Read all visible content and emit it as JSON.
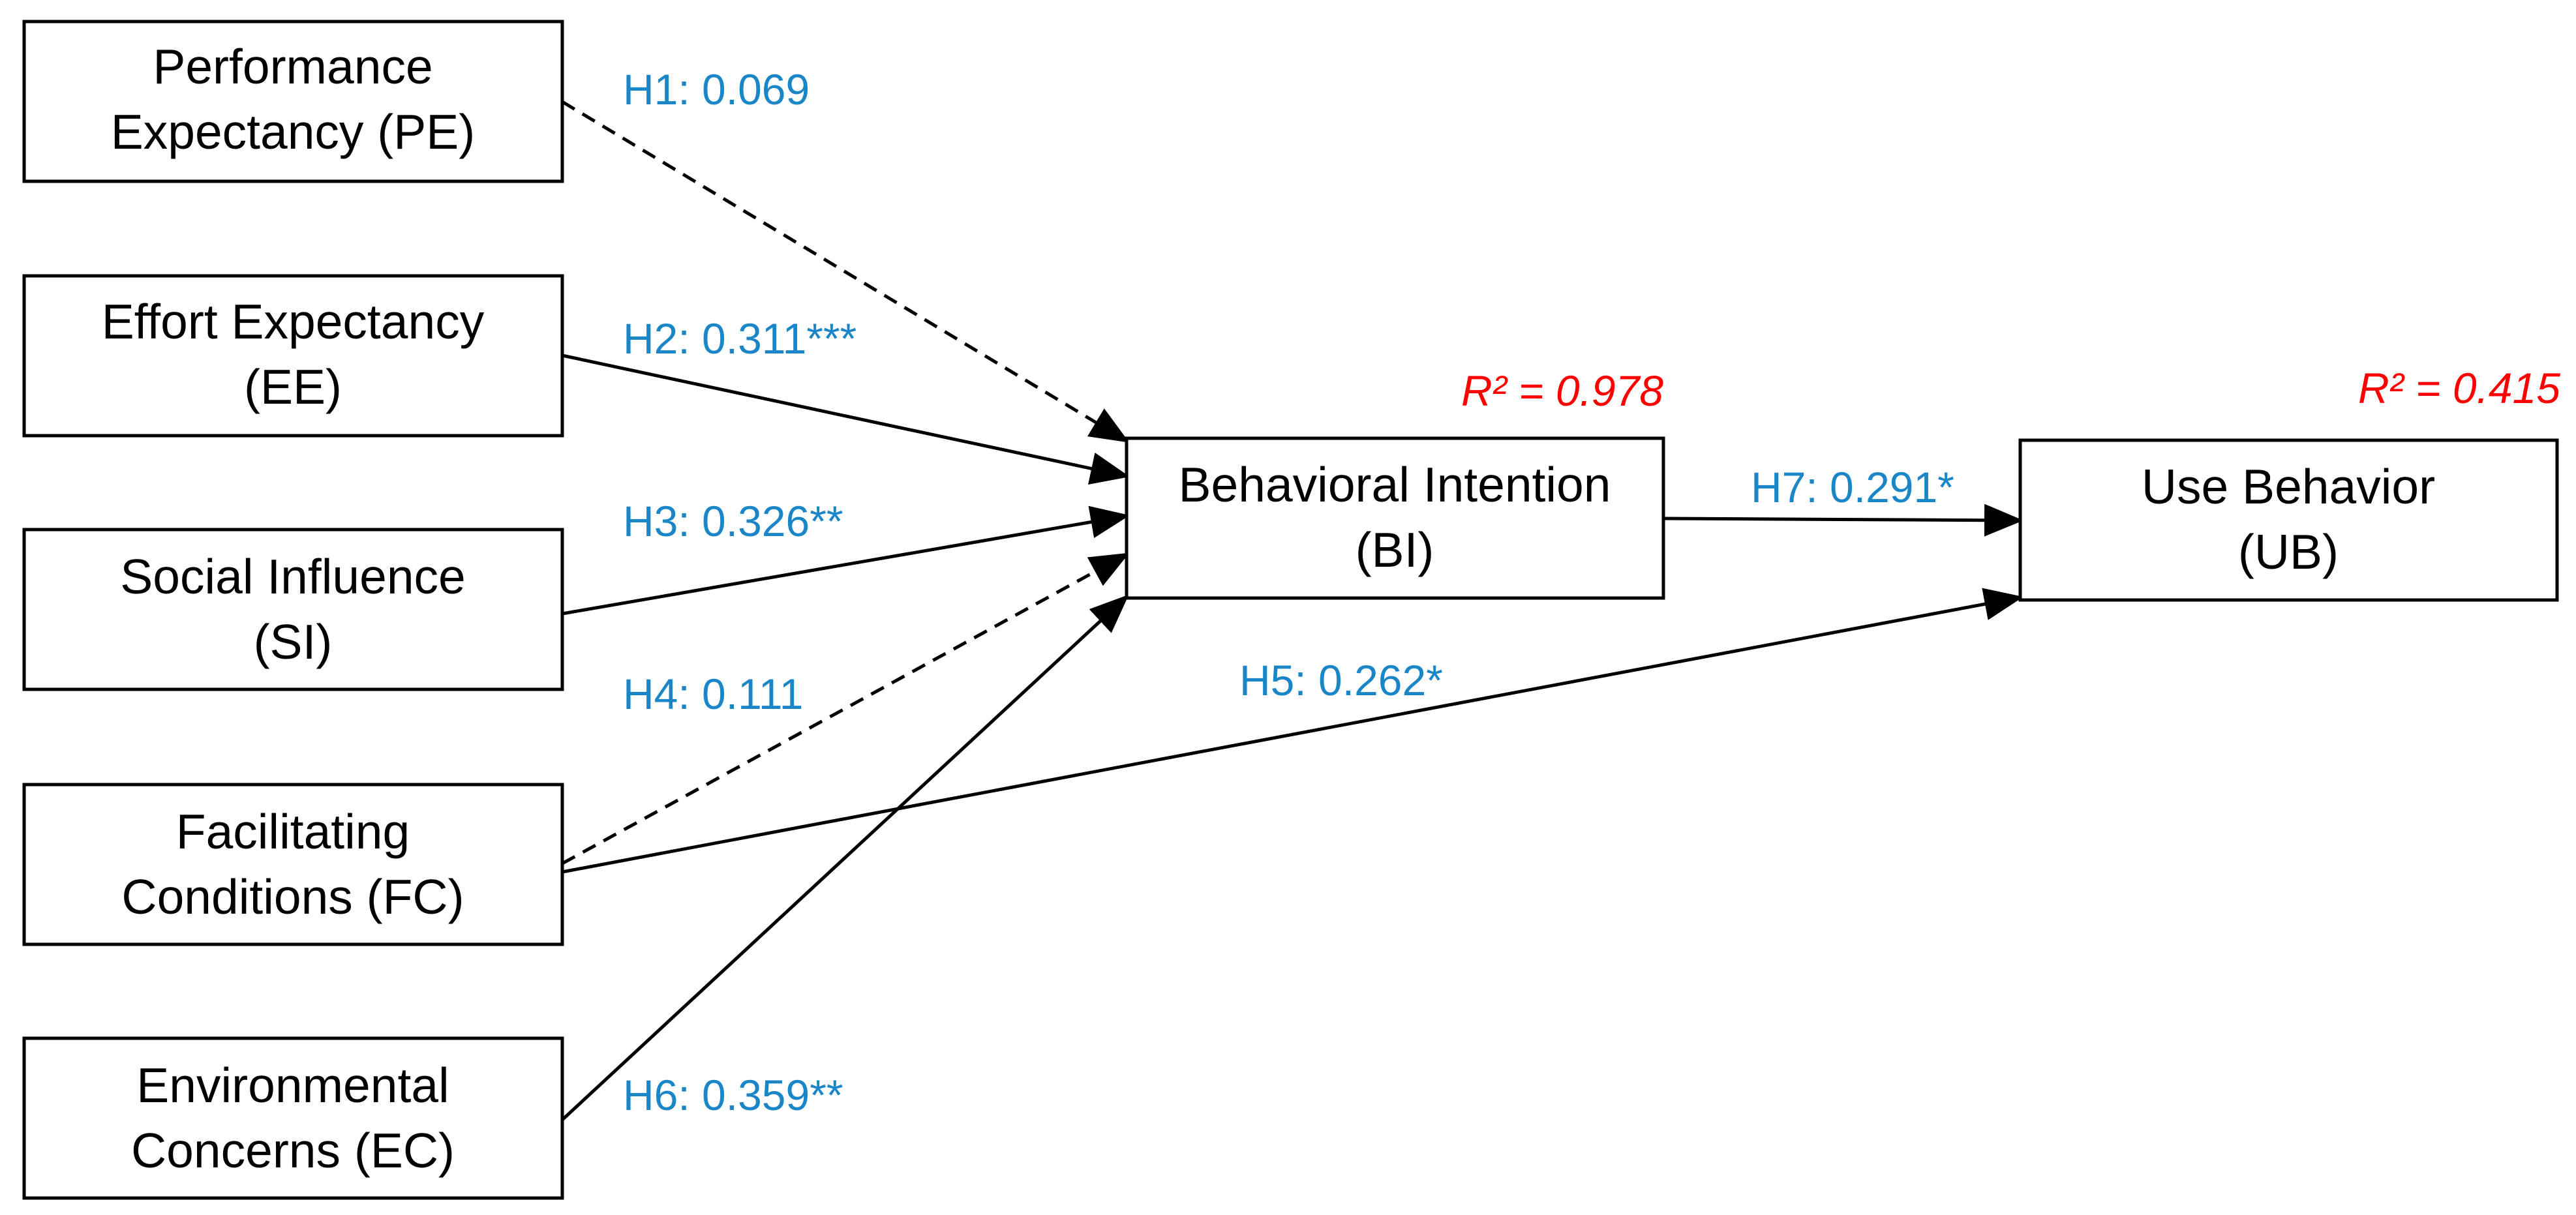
{
  "colors": {
    "box_border": "#000000",
    "arrow": "#000000",
    "path_label": "#1a86c8",
    "r_squared": "#ff0000"
  },
  "nodes": {
    "pe": {
      "line1": "Performance",
      "line2": "Expectancy  (PE)"
    },
    "ee": {
      "line1": "Effort Expectancy",
      "line2": "(EE)"
    },
    "si": {
      "line1": "Social Influence",
      "line2": "(SI)"
    },
    "fc": {
      "line1": "Facilitating",
      "line2": "Conditions (FC)"
    },
    "ec": {
      "line1": "Environmental",
      "line2": "Concerns (EC)"
    },
    "bi": {
      "line1": "Behavioral  Intention",
      "line2": "(BI)"
    },
    "ub": {
      "line1": "Use Behavior",
      "line2": "(UB)"
    }
  },
  "paths": [
    {
      "id": "h1",
      "label": "H1: 0.069",
      "style": "dashed"
    },
    {
      "id": "h2",
      "label": "H2: 0.311***",
      "style": "solid"
    },
    {
      "id": "h3",
      "label": "H3: 0.326**",
      "style": "solid"
    },
    {
      "id": "h4",
      "label": "H4: 0.111",
      "style": "dashed"
    },
    {
      "id": "h5",
      "label": "H5: 0.262*",
      "style": "solid"
    },
    {
      "id": "h6",
      "label": "H6: 0.359**",
      "style": "solid"
    },
    {
      "id": "h7",
      "label": "H7: 0.291*",
      "style": "solid"
    }
  ],
  "r_squared": {
    "bi": "R² = 0.978",
    "ub": "R² = 0.415"
  }
}
